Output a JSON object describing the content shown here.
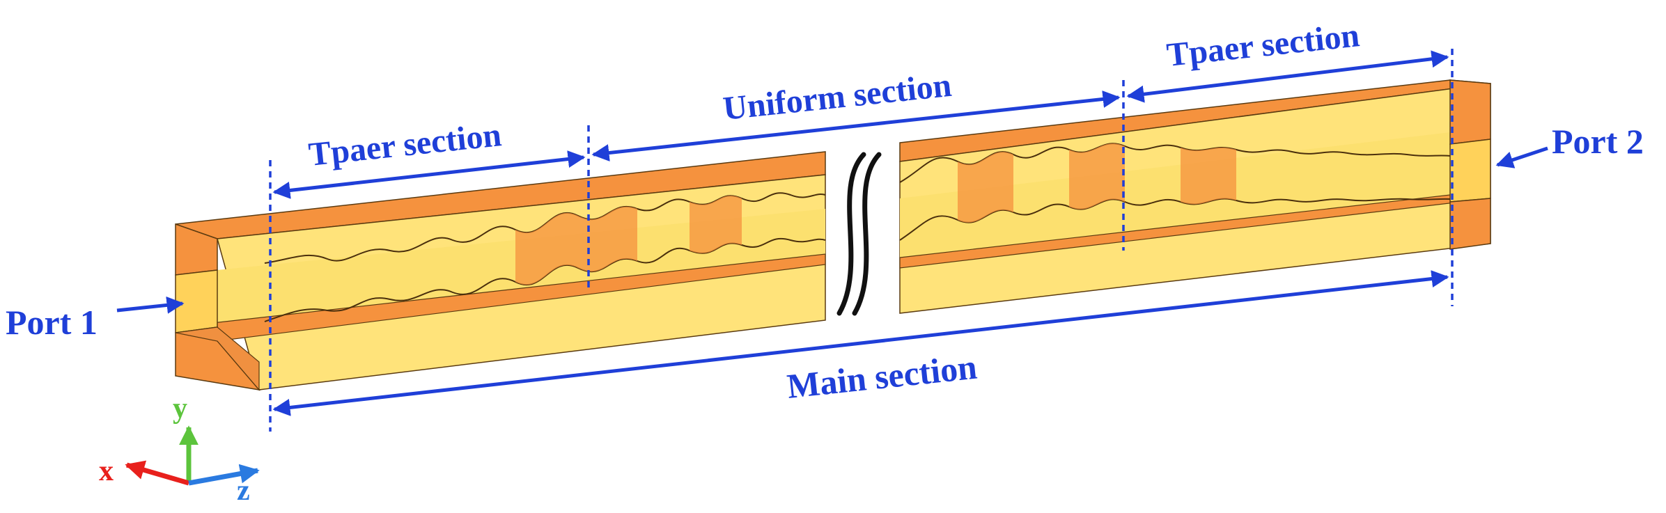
{
  "labels": {
    "taper_left": "Tpaer section",
    "uniform": "Uniform section",
    "taper_right": "Tpaer section",
    "main": "Main section",
    "port1": "Port 1",
    "port2": "Port 2"
  },
  "axes": {
    "x": "x",
    "y": "y",
    "z": "z"
  },
  "colors": {
    "top_face": "#f5923e",
    "front_face": "#ffe37a",
    "edge": "#5a3a10",
    "annotation": "#1f3fd8",
    "axis_x": "#e8201c",
    "axis_y": "#5cc43c",
    "axis_z": "#2a7ae0"
  }
}
